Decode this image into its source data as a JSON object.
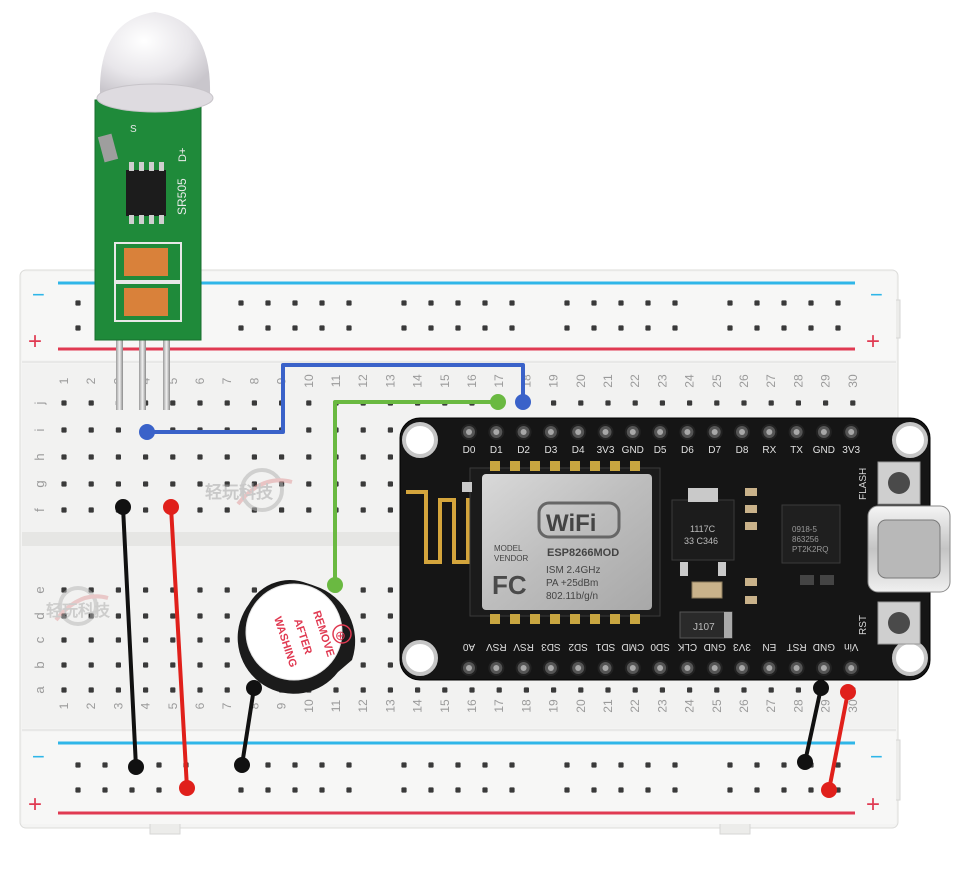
{
  "colors": {
    "board": "#f3f3f2",
    "board_edge": "#d9d9d7",
    "rail_blue": "#2fb6e8",
    "rail_red": "#e03a52",
    "hole": "#3a3a3a",
    "wire_black": "#111111",
    "wire_red": "#e0201b",
    "wire_blue": "#3a62c9",
    "wire_green": "#6ab941",
    "pcb_black": "#151515",
    "pcb_green": "#1f8a3a",
    "dome": "#e9e7ea"
  },
  "breadboard": {
    "rail_minus": "−",
    "rail_plus": "+",
    "row_letters_top": [
      "j",
      "i",
      "h",
      "g",
      "f"
    ],
    "row_letters_bottom": [
      "e",
      "d",
      "c",
      "b",
      "a"
    ],
    "columns": [
      "1",
      "2",
      "3",
      "4",
      "5",
      "6",
      "7",
      "8",
      "9",
      "10",
      "11",
      "12",
      "13",
      "14",
      "15",
      "16",
      "17",
      "18",
      "19",
      "20",
      "21",
      "22",
      "23",
      "24",
      "25",
      "26",
      "27",
      "28",
      "29",
      "30"
    ]
  },
  "watermark": {
    "text": "轻玩科技"
  },
  "pir_sensor": {
    "model": "SR505",
    "top_label": "S",
    "side_label": "D+"
  },
  "buzzer": {
    "warning_lines": [
      "REMOVE",
      "AFTER",
      "WASHING"
    ],
    "polarity_symbol": "⊕"
  },
  "nodemcu": {
    "top_pins": [
      "D0",
      "D1",
      "D2",
      "D3",
      "D4",
      "3V3",
      "GND",
      "D5",
      "D6",
      "D7",
      "D8",
      "RX",
      "TX",
      "GND",
      "3V3"
    ],
    "bottom_pins": [
      "A0",
      "RSV",
      "RSV",
      "SD3",
      "SD2",
      "SD1",
      "CMD",
      "SD0",
      "CLK",
      "GND",
      "3V3",
      "EN",
      "RST",
      "GND",
      "Vin"
    ],
    "button_flash": "FLASH",
    "button_rst": "RST",
    "wifi_logo": "WiFi",
    "shield_lines": [
      "MODEL",
      "VENDOR"
    ],
    "module_name": "ESP8266MOD",
    "fc_logo": "FC",
    "specs": [
      "ISM 2.4GHz",
      "PA  +25dBm",
      "802.11b/g/n"
    ],
    "regulator": [
      "1117C",
      "33 C346"
    ],
    "usb_chip": [
      "0918-5",
      "863256",
      "PT2K2RQ"
    ],
    "diode": "J107"
  }
}
